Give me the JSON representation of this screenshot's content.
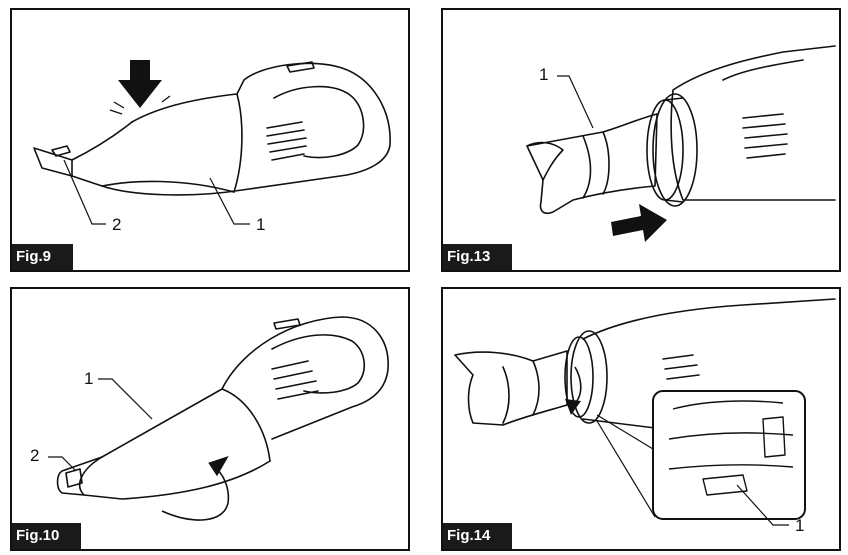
{
  "figures": [
    {
      "label": "Fig.9",
      "callouts": [
        "1",
        "2"
      ]
    },
    {
      "label": "Fig.13",
      "callouts": [
        "1"
      ]
    },
    {
      "label": "Fig.10",
      "callouts": [
        "1",
        "2"
      ]
    },
    {
      "label": "Fig.14",
      "callouts": [
        "1"
      ]
    }
  ],
  "colors": {
    "border": "#111111",
    "label_bg": "#1a1a1a",
    "label_text": "#ffffff",
    "ink": "#111111"
  }
}
